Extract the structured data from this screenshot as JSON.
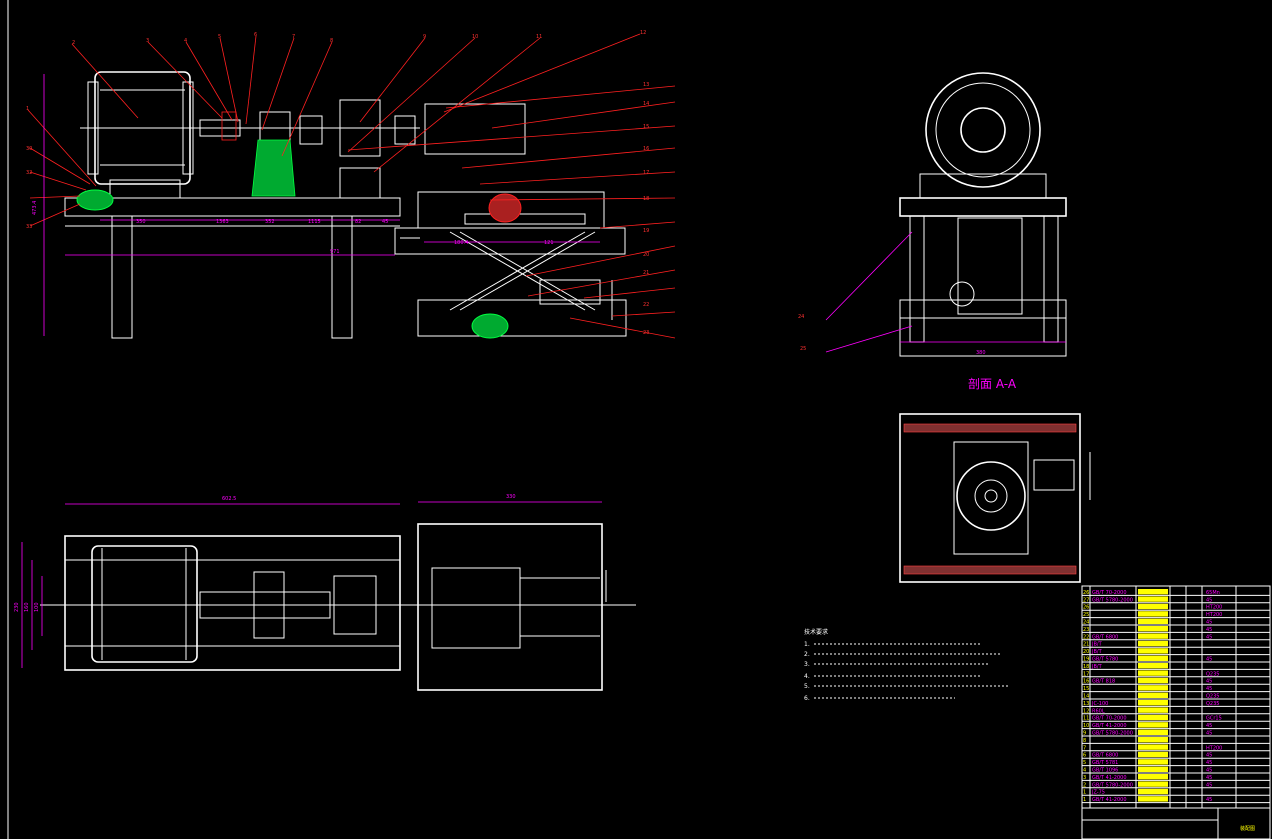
{
  "colors": {
    "background": "#000000",
    "lines": "#ffffff",
    "leaders": "#ff2020",
    "dimensions": "#ff00ff",
    "hatch_green": "#00aa30",
    "text_yellow": "#ffff00"
  },
  "section_label": "剖面 A-A",
  "front_dims": {
    "d1": "350",
    "d2": "1363",
    "d3": "352",
    "d4": "1115",
    "d5": "82",
    "d6": "45",
    "d7": "180.4",
    "d8": "121",
    "total": "971",
    "height": "473.4"
  },
  "plan_dims": {
    "length": "602.5",
    "width": "330",
    "h1": "230",
    "h2": "160",
    "h3": "100"
  },
  "side_dims": {
    "width": "380"
  },
  "balloons_top": [
    "2",
    "3",
    "4",
    "5",
    "6",
    "7",
    "8",
    "9",
    "10",
    "11",
    "12"
  ],
  "balloons_right": [
    "13",
    "14",
    "15",
    "16",
    "17",
    "18",
    "19",
    "20",
    "21",
    "22",
    "23"
  ],
  "balloons_left": [
    "1",
    "30",
    "32",
    "33"
  ],
  "balloons_side": [
    "24",
    "25"
  ],
  "tech_notes_title": "技术要求",
  "tech_notes": [
    "1.",
    "2.",
    "3.",
    "4.",
    "5.",
    "6."
  ],
  "bom": [
    {
      "no": "26",
      "std": "GB/T 70-2000",
      "mat": "65Mn"
    },
    {
      "no": "27",
      "std": "GB/T 5780-2000",
      "mat": "45"
    },
    {
      "no": "26",
      "std": "",
      "mat": "HT200"
    },
    {
      "no": "25",
      "std": "",
      "mat": "HT200"
    },
    {
      "no": "24",
      "std": "",
      "mat": "45"
    },
    {
      "no": "23",
      "std": "",
      "mat": "45"
    },
    {
      "no": "22",
      "std": "GB/T 6800",
      "mat": "45"
    },
    {
      "no": "21",
      "std": "JB/T",
      "mat": ""
    },
    {
      "no": "20",
      "std": "JB/T",
      "mat": ""
    },
    {
      "no": "19",
      "std": "GB/T 5780",
      "mat": "45"
    },
    {
      "no": "18",
      "std": "JB/T",
      "mat": ""
    },
    {
      "no": "17",
      "std": "",
      "mat": "Q235"
    },
    {
      "no": "16",
      "std": "GB/T 818",
      "mat": "45"
    },
    {
      "no": "15",
      "std": "",
      "mat": "45"
    },
    {
      "no": "14",
      "std": "",
      "mat": "Q235"
    },
    {
      "no": "13",
      "std": "JC-100",
      "mat": "Q235"
    },
    {
      "no": "12",
      "std": "R60L",
      "mat": ""
    },
    {
      "no": "11",
      "std": "GB/T 70-2000",
      "mat": "GCr15"
    },
    {
      "no": "10",
      "std": "GB/T 41-2000",
      "mat": "45"
    },
    {
      "no": "9",
      "std": "GB/T 5780-2000",
      "mat": "45"
    },
    {
      "no": "8",
      "std": "",
      "mat": ""
    },
    {
      "no": "7",
      "std": "",
      "mat": "HT200"
    },
    {
      "no": "6",
      "std": "GB/T 6800",
      "mat": "45"
    },
    {
      "no": "5",
      "std": "GB/T 5781",
      "mat": "45"
    },
    {
      "no": "4",
      "std": "GB/T 1096",
      "mat": "45"
    },
    {
      "no": "3",
      "std": "GB/T 41-2000",
      "mat": "45"
    },
    {
      "no": "2",
      "std": "GB/T 5780-2000",
      "mat": "45"
    },
    {
      "no": "1",
      "std": "JZ-75",
      "mat": ""
    },
    {
      "no": "1",
      "std": "GB/T 41-2000",
      "mat": "45"
    }
  ],
  "title_block": {
    "drawing_name": "装配图"
  }
}
